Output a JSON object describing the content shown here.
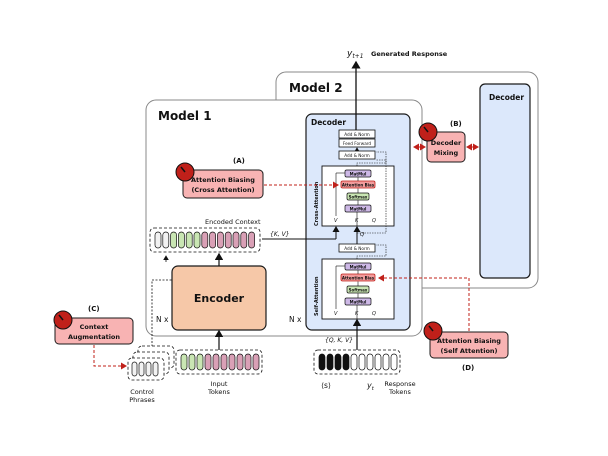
{
  "model2_label": "Model 2",
  "model1_label": "Model 1",
  "decoder_label": "Decoder",
  "decoder_right_label": "Decoder",
  "encoder_label": "Encoder",
  "output_token": "y",
  "output_sub": "t+1",
  "generated_response": "Generated Response",
  "encoded_context": "Encoded Context",
  "kv_label": "{K, V}",
  "qkv_label": "{Q, K, V}",
  "q_label": "Q",
  "nx_left": "N x",
  "nx_right": "N x",
  "decoder_blocks": {
    "add_norm_top": "Add & Norm",
    "feed_forward": "Feed Forward",
    "add_norm_mid": "Add & Norm",
    "add_norm_low": "Add & Norm"
  },
  "cross_attention": {
    "label": "Cross-Attention",
    "matmul_top": "MatMul",
    "attention_bias": "Attention Bias",
    "softmax": "Softmax",
    "matmul_bottom": "MatMul",
    "v": "V",
    "k": "K",
    "q": "Q"
  },
  "self_attention": {
    "label": "Self-Attention",
    "matmul_top": "MatMul",
    "attention_bias": "Attention Bias",
    "softmax": "Softmax",
    "matmul_bottom": "MatMul",
    "v": "V",
    "k": "K",
    "q": "Q"
  },
  "callouts": {
    "a_letter": "(A)",
    "a_line1": "Attention Biasing",
    "a_line2": "(Cross Attention)",
    "b_letter": "(B)",
    "b_line1": "Decoder",
    "b_line2": "Mixing",
    "c_letter": "(C)",
    "c_line1": "Context",
    "c_line2": "Augmentation",
    "d_letter": "(D)",
    "d_line1": "Attention Biasing",
    "d_line2": "(Self Attention)"
  },
  "control_phrases_1": "Control",
  "control_phrases_2": "Phrases",
  "input_tokens_1": "Input",
  "input_tokens_2": "Tokens",
  "start_token": "⟨s⟩",
  "yt_token": "y",
  "yt_sub": "t",
  "response_tokens_1": "Response",
  "response_tokens_2": "Tokens",
  "colors": {
    "encoder": "#f6c8a8",
    "decoder_panel": "#dce8fb",
    "callout": "#f8b3b3",
    "green": "#c9e6b3",
    "pink": "#d9a0b6",
    "purple": "#cdb8e6",
    "bias": "#f29c9c",
    "red": "#c0201a"
  }
}
